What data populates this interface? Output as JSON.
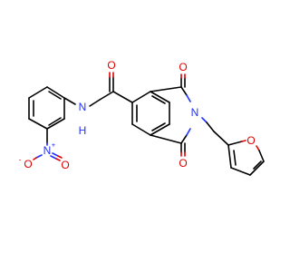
{
  "molecule": {
    "atoms": {
      "amide_nh": {
        "symbol": "N",
        "h": "H"
      },
      "amide_o": {
        "symbol": "O"
      },
      "imide_n": {
        "symbol": "N"
      },
      "imide_o_top": {
        "symbol": "O"
      },
      "imide_o_bottom": {
        "symbol": "O"
      },
      "nitro_n": {
        "symbol": "N",
        "charge": "+"
      },
      "nitro_o_minus": {
        "symbol": "O",
        "prefix": "-"
      },
      "nitro_o": {
        "symbol": "O"
      },
      "furan_o": {
        "symbol": "O"
      }
    },
    "colors": {
      "carbon_bond": "#000000",
      "oxygen": "#e00000",
      "nitrogen": "#2030ff"
    }
  }
}
